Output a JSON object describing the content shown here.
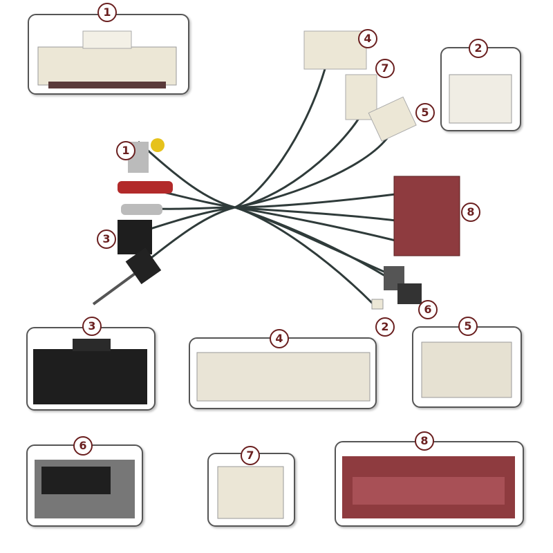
{
  "callouts": {
    "c1": "1",
    "c2": "2",
    "c3": "3",
    "c4": "4",
    "c5": "5",
    "c6": "6",
    "c7": "7",
    "c8": "8"
  },
  "colors": {
    "label": "#6a1f1f",
    "wire": "#2f3b3a",
    "connector_white": "#ece7d6",
    "connector_red": "#8e3b3f",
    "connector_black": "#222222",
    "connector_gray": "#6a6a6a",
    "rca_yellow": "#e6c21b",
    "rca_red": "#b22a2a"
  }
}
